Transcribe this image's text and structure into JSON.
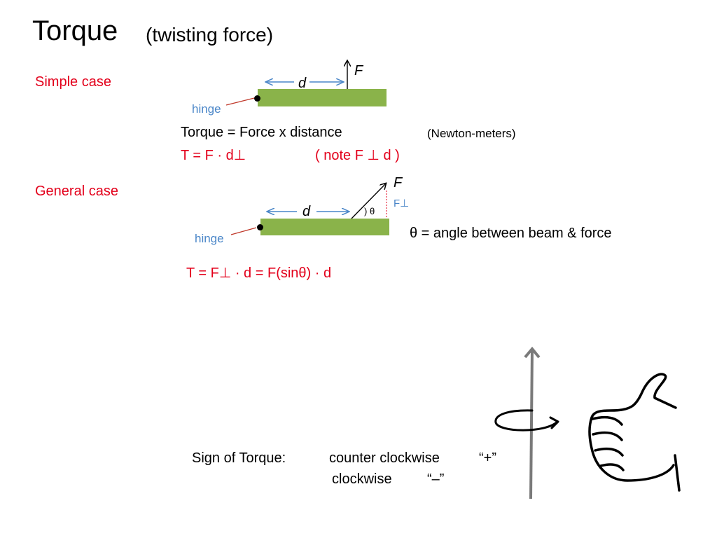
{
  "title": {
    "main": "Torque",
    "subtitle": "(twisting force)"
  },
  "simple_case": {
    "label": "Simple case",
    "hinge_label": "hinge",
    "distance_label": "d",
    "force_label": "F",
    "equation_words": "Torque  =  Force  x  distance",
    "units": "(Newton-meters)",
    "equation_symbols": "T = F · d⊥",
    "note": "( note    F   ⊥   d )"
  },
  "general_case": {
    "label": "General case",
    "hinge_label": "hinge",
    "distance_label": "d",
    "force_label": "F",
    "perp_label": "F⊥",
    "angle_label": ") θ",
    "theta_definition": "θ = angle between beam & force",
    "equation": "T = F⊥  · d =  F(sinθ) ·  d"
  },
  "sign": {
    "label": "Sign of Torque:",
    "ccw_label": "counter clockwise",
    "ccw_sign": "“+”",
    "cw_label": "clockwise",
    "cw_sign": "“–”"
  },
  "colors": {
    "accent_red": "#e3001b",
    "accent_blue": "#4a86c8",
    "beam_green": "#8ab34a"
  }
}
